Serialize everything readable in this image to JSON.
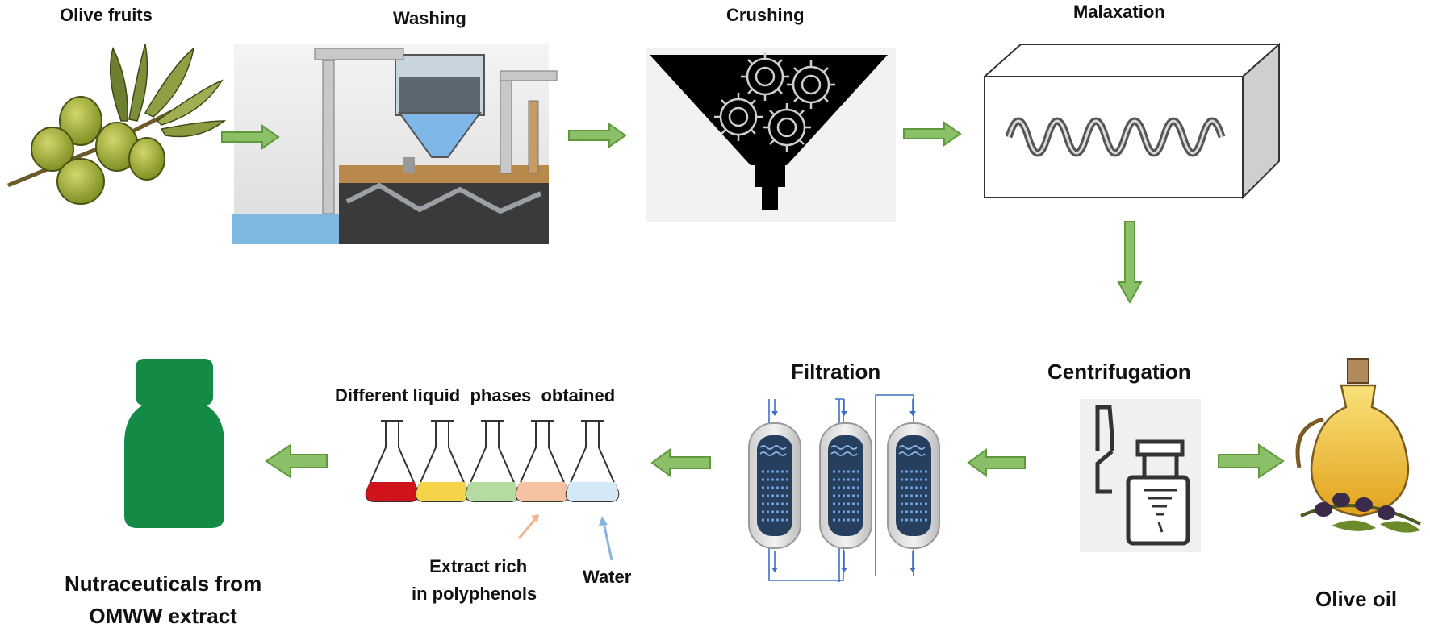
{
  "steps": {
    "olive_fruits": "Olive fruits",
    "washing": "Washing",
    "crushing": "Crushing",
    "malaxation": "Malaxation",
    "centrifugation": "Centrifugation",
    "filtration": "Filtration",
    "phases": "Different liquid  phases  obtained",
    "extract_line1": "Extract rich",
    "extract_line2": "in polyphenols",
    "water": "Water",
    "nutra_line1": "Nutraceuticals from",
    "nutra_line2": "OMWW extract",
    "olive_oil": "Olive oil"
  },
  "colors": {
    "arrow_fill": "#8cc068",
    "arrow_stroke": "#5e9a3c",
    "bottle": "#138a45",
    "phase_red": "#d0121c",
    "phase_yellow": "#f5d44a",
    "phase_green": "#b5dba0",
    "phase_peach": "#f6c3a2",
    "phase_water": "#d4e8f6",
    "extract_arrow": "#f2b48e",
    "water_arrow": "#8ab4de",
    "filter_lines": "#3d6fc4"
  },
  "icons": [
    "olive-branch-icon",
    "washing-tank-icon",
    "crusher-hopper-icon",
    "gear-icon",
    "malaxer-box-icon",
    "centrifuge-icon",
    "filter-column-icon",
    "flask-icon",
    "bottle-icon",
    "oil-jug-icon"
  ]
}
